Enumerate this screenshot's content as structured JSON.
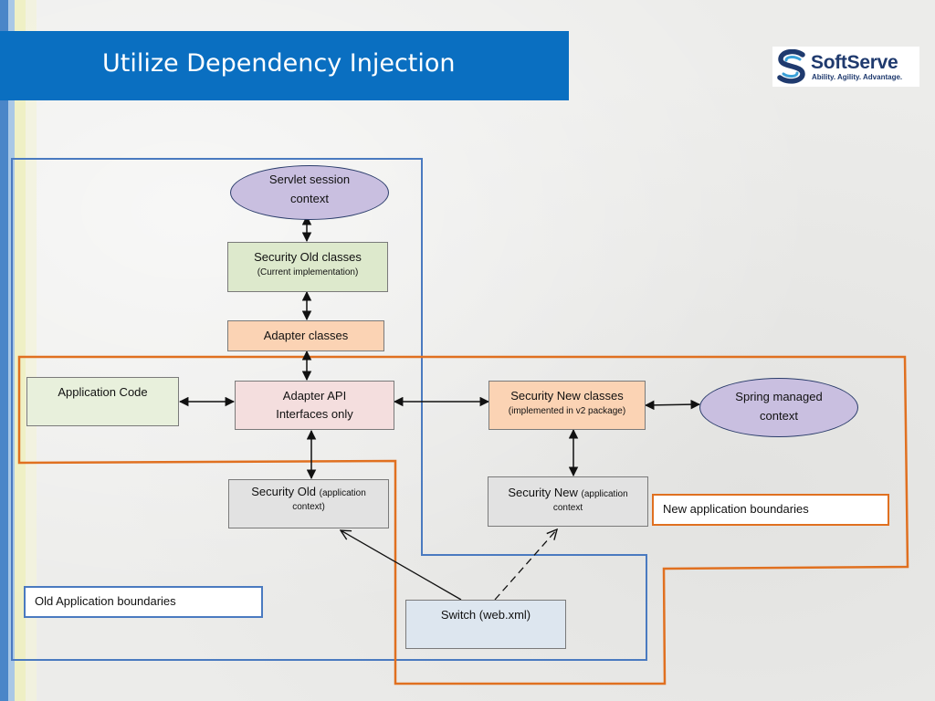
{
  "slide": {
    "title": "Utilize Dependency Injection"
  },
  "logo": {
    "name": "SoftServe",
    "tagline": "Ability. Agility. Advantage.",
    "icon": "softserve-s-icon",
    "colors": {
      "primary": "#1f3a6e",
      "accent": "#3aa0d8"
    }
  },
  "colors": {
    "title_bar": "#0a6fc1",
    "old_boundary": "#4a7ac0",
    "new_boundary": "#e07020",
    "ellipse_fill": "#c9bfe0",
    "security_old_fill": "#dde9cc",
    "adapter_fill": "#fbd3b4",
    "adapter_api_fill": "#f4dede",
    "app_code_fill": "#e8f0dc",
    "security_new_fill": "#fbd3b4",
    "context_fill": "#e2e2e2",
    "switch_fill": "#dde6ef"
  },
  "diagram": {
    "nodes": {
      "servlet_session": {
        "line1": "Servlet session",
        "line2": "context"
      },
      "security_old_classes": {
        "title": "Security Old classes",
        "subtitle": "(Current implementation)"
      },
      "adapter_classes": {
        "title": "Adapter classes"
      },
      "application_code": {
        "title": "Application Code"
      },
      "adapter_api": {
        "line1": "Adapter API",
        "line2": "Interfaces only"
      },
      "security_new_classes": {
        "title": "Security New classes",
        "subtitle": "(implemented in v2 package)"
      },
      "spring_managed": {
        "line1": "Spring managed",
        "line2": "context"
      },
      "security_old_ctx": {
        "title": "Security Old ",
        "note1": "(application",
        "note2": "context)"
      },
      "security_new_ctx": {
        "title": "Security New ",
        "note1": "(application",
        "note2": "context"
      },
      "switch": {
        "title": "Switch (web.xml)"
      }
    },
    "labels": {
      "old_boundaries": "Old Application boundaries",
      "new_boundaries": "New application boundaries"
    }
  }
}
